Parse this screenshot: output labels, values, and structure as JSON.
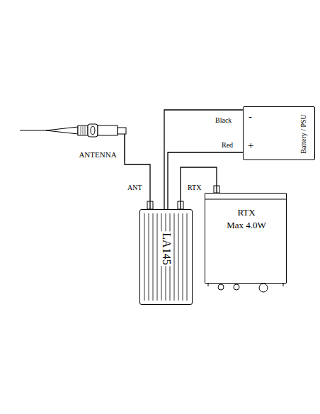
{
  "diagram": {
    "nodes": [
      {
        "text": [
          "Battery / PSU"
        ]
      },
      {
        "text": [
          "ANTENNA"
        ]
      },
      {
        "text": [
          "LA145"
        ]
      },
      {
        "text": [
          "RTX",
          "Max 4.0W"
        ]
      }
    ],
    "edges": [
      {
        "from": 1,
        "to": 2,
        "arrow": "none"
      },
      {
        "from": 2,
        "to": 3,
        "arrow": "none"
      },
      {
        "from": 2,
        "to": 0,
        "label": "Black",
        "arrow": "none"
      },
      {
        "from": 2,
        "to": 0,
        "label": "Red",
        "arrow": "none"
      }
    ],
    "labels": [
      "-",
      "+",
      "ANT",
      "RTX"
    ]
  }
}
